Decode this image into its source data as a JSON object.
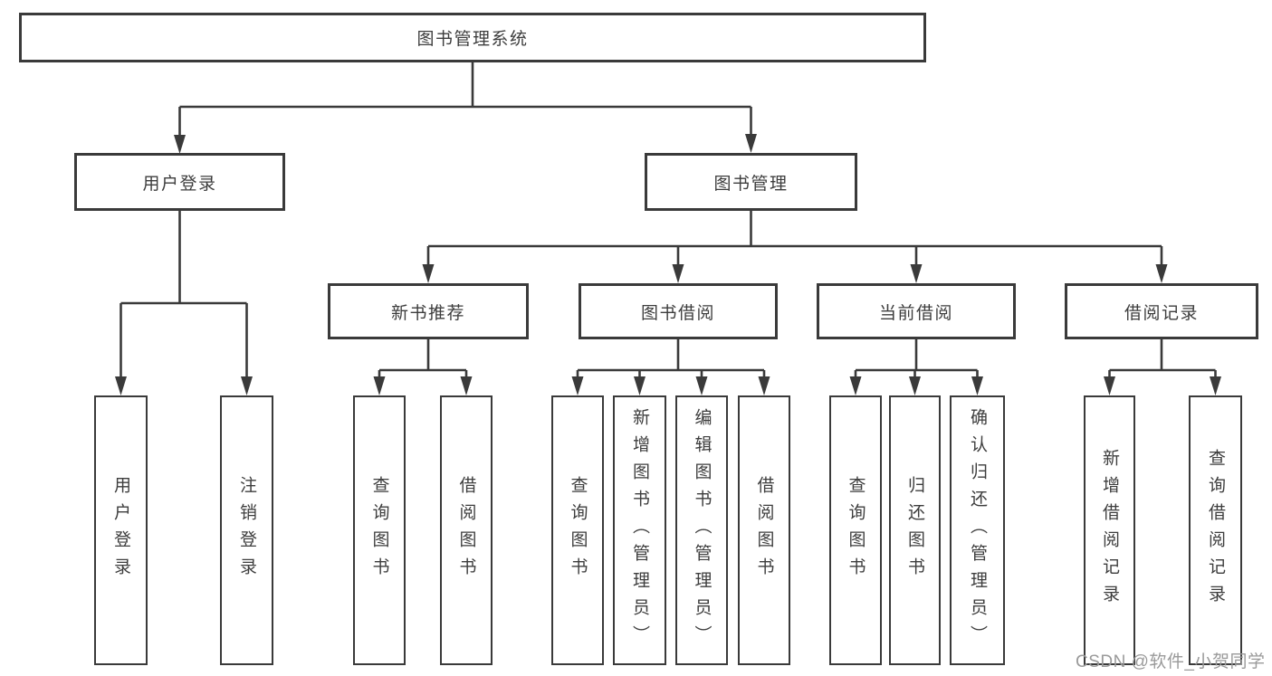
{
  "colors": {
    "line": "#3a3a3a",
    "text": "#3d3d3d",
    "watermark": "#9a9a9a",
    "background": "#ffffff"
  },
  "watermark": "CSDN @软件_小贺同学",
  "nodes": {
    "root": "图书管理系统",
    "user_login": "用户登录",
    "book_mgmt": "图书管理",
    "new_book_rec": "新书推荐",
    "book_borrow": "图书借阅",
    "current_borrow": "当前借阅",
    "borrow_record": "借阅记录",
    "user_login_children": [
      "用户登录",
      "注销登录"
    ],
    "new_book_rec_children": [
      "查询图书",
      "借阅图书"
    ],
    "book_borrow_children": [
      "查询图书",
      "新增图书（管理员）",
      "编辑图书（管理员）",
      "借阅图书"
    ],
    "current_borrow_children": [
      "查询图书",
      "归还图书",
      "确认归还（管理员）"
    ],
    "borrow_record_children": [
      "新增借阅记录",
      "查询借阅记录"
    ]
  }
}
